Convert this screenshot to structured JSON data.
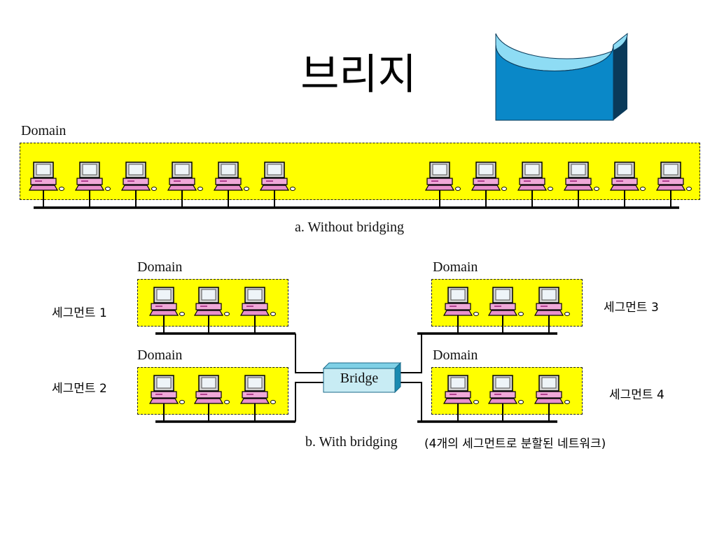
{
  "title": "브리지",
  "diagram_a": {
    "domain_label": "Domain",
    "caption": "a. Without bridging"
  },
  "diagram_b": {
    "domains": [
      "Domain",
      "Domain",
      "Domain",
      "Domain"
    ],
    "segments": [
      "세그먼트 1",
      "세그먼트 2",
      "세그먼트 3",
      "세그먼트 4"
    ],
    "bridge_label": "Bridge",
    "caption": "b. With bridging",
    "note": "(4개의 세그먼트로 분할된 네트워크)"
  },
  "icons": [
    "bridge-device-icon",
    "computer-icon"
  ],
  "colors": {
    "domain_fill": "#ffff00",
    "bridge_fill": "#c8ecf4",
    "device_front": "#0a88c8",
    "device_top": "#8edcf4",
    "device_side": "#0a3a5a"
  }
}
